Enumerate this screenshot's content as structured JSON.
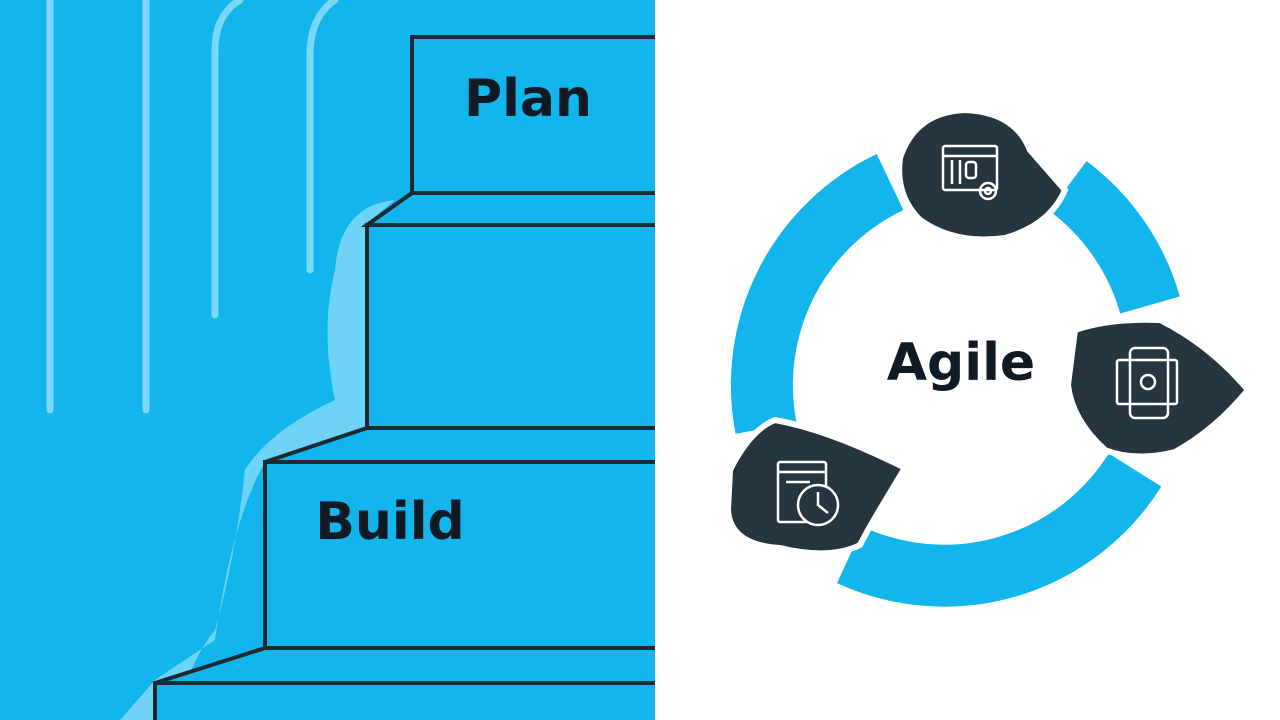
{
  "staircase": {
    "top_label": "Plan",
    "lower_label": "Build"
  },
  "agile_cycle": {
    "center_label": "Agile",
    "stages": [
      {
        "icon": "machine-gear-icon"
      },
      {
        "icon": "phone-device-icon"
      },
      {
        "icon": "document-clock-icon"
      }
    ]
  },
  "colors": {
    "blue": "#12b5ec",
    "light_blue": "#6fd3f6",
    "stroke": "#1e2a33",
    "dark": "#263640",
    "white": "#ffffff"
  }
}
